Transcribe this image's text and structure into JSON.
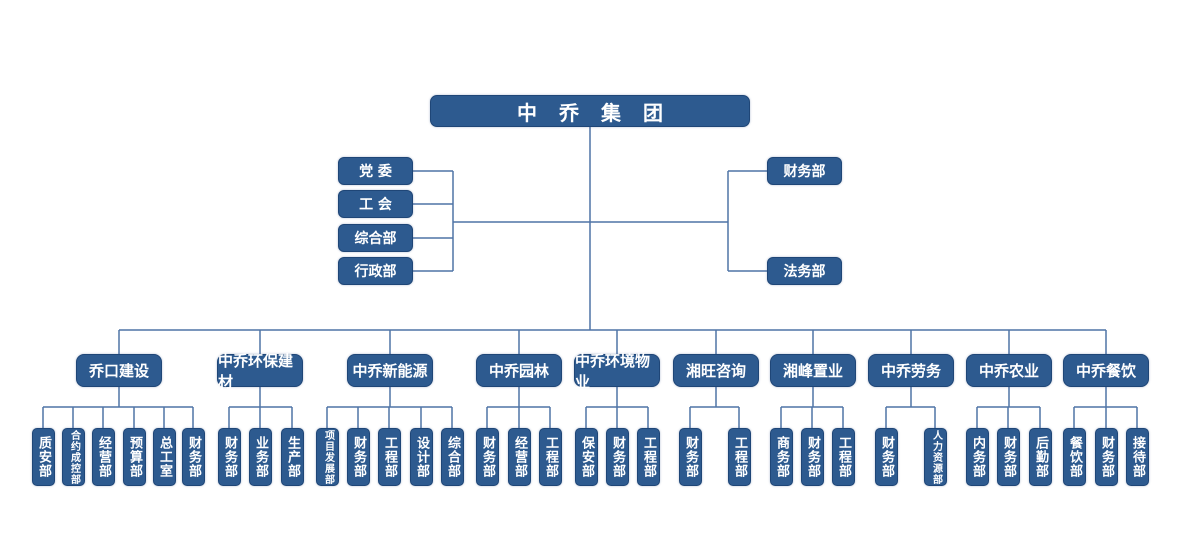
{
  "root": "中乔集团",
  "left_units": [
    "党 委",
    "工 会",
    "综合部",
    "行政部"
  ],
  "right_units": [
    "财务部",
    "法务部"
  ],
  "companies": [
    {
      "name": "乔口建设",
      "departments": [
        "质安部",
        "合约成控部",
        "经营部",
        "预算部",
        "总工室",
        "财务部"
      ]
    },
    {
      "name": "中乔环保建材",
      "departments": [
        "财务部",
        "业务部",
        "生产部"
      ]
    },
    {
      "name": "中乔新能源",
      "departments": [
        "项目发展部",
        "财务部",
        "工程部",
        "设计部",
        "综合部"
      ]
    },
    {
      "name": "中乔园林",
      "departments": [
        "财务部",
        "经营部",
        "工程部"
      ]
    },
    {
      "name": "中乔环境物业",
      "departments": [
        "保安部",
        "财务部",
        "工程部"
      ]
    },
    {
      "name": "湘旺咨询",
      "departments": [
        "财务部",
        "工程部"
      ]
    },
    {
      "name": "湘峰置业",
      "departments": [
        "商务部",
        "财务部",
        "工程部"
      ]
    },
    {
      "name": "中乔劳务",
      "departments": [
        "财务部",
        "人力资源部"
      ]
    },
    {
      "name": "中乔农业",
      "departments": [
        "内务部",
        "财务部",
        "后勤部"
      ]
    },
    {
      "name": "中乔餐饮",
      "departments": [
        "餐饮部",
        "财务部",
        "接待部"
      ]
    }
  ],
  "colors": {
    "box": "#2d5a8f",
    "line": "#4f74a6"
  }
}
